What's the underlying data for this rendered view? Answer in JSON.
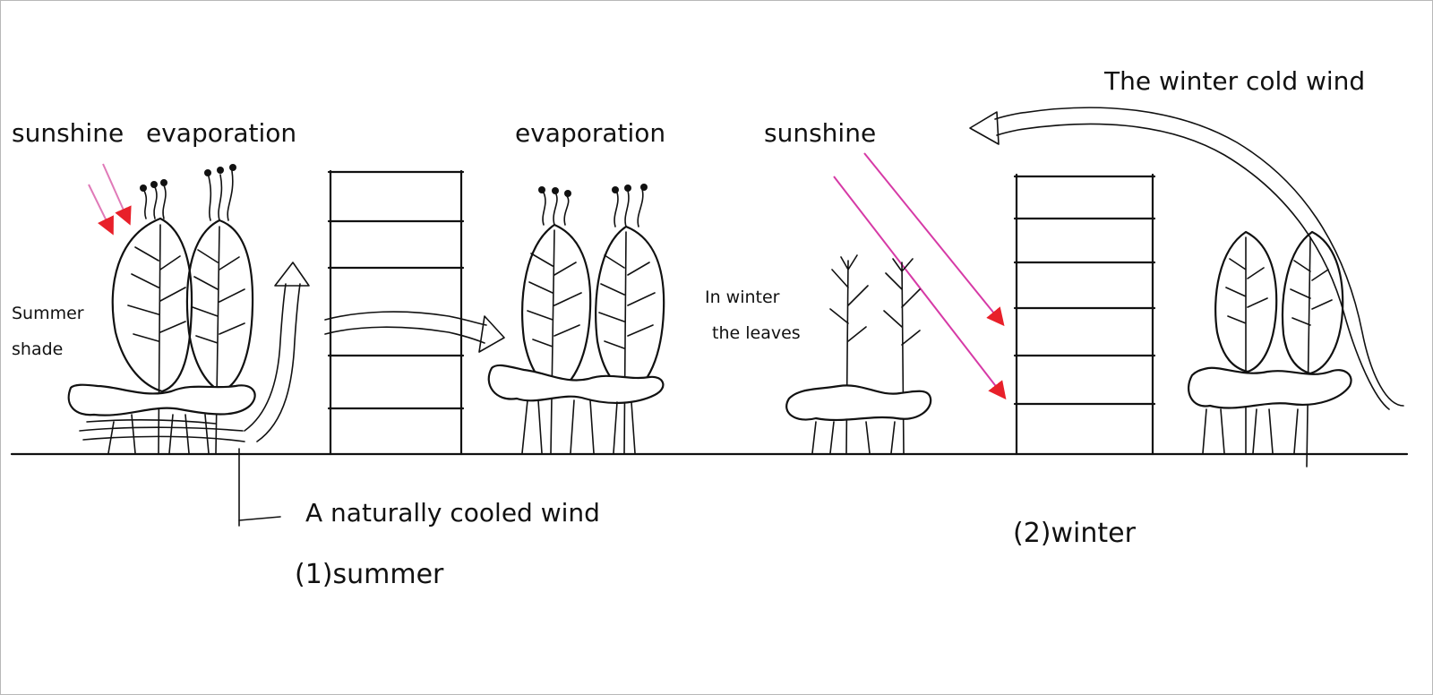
{
  "summer": {
    "sunshine": "sunshine",
    "evaporation_left": "evaporation",
    "evaporation_right": "evaporation",
    "summer_shade_line1": "Summer",
    "summer_shade_line2": "shade",
    "cooled_wind": "A naturally cooled wind",
    "caption": "(1)summer"
  },
  "winter": {
    "cold_wind": "The winter cold wind",
    "sunshine": "sunshine",
    "leaves_line1": "In winter",
    "leaves_line2": "the leaves",
    "caption": "(2)winter"
  },
  "colors": {
    "ink": "#111111",
    "sun_ray": "#d63aa6",
    "sun_tip": "#e8202a"
  }
}
